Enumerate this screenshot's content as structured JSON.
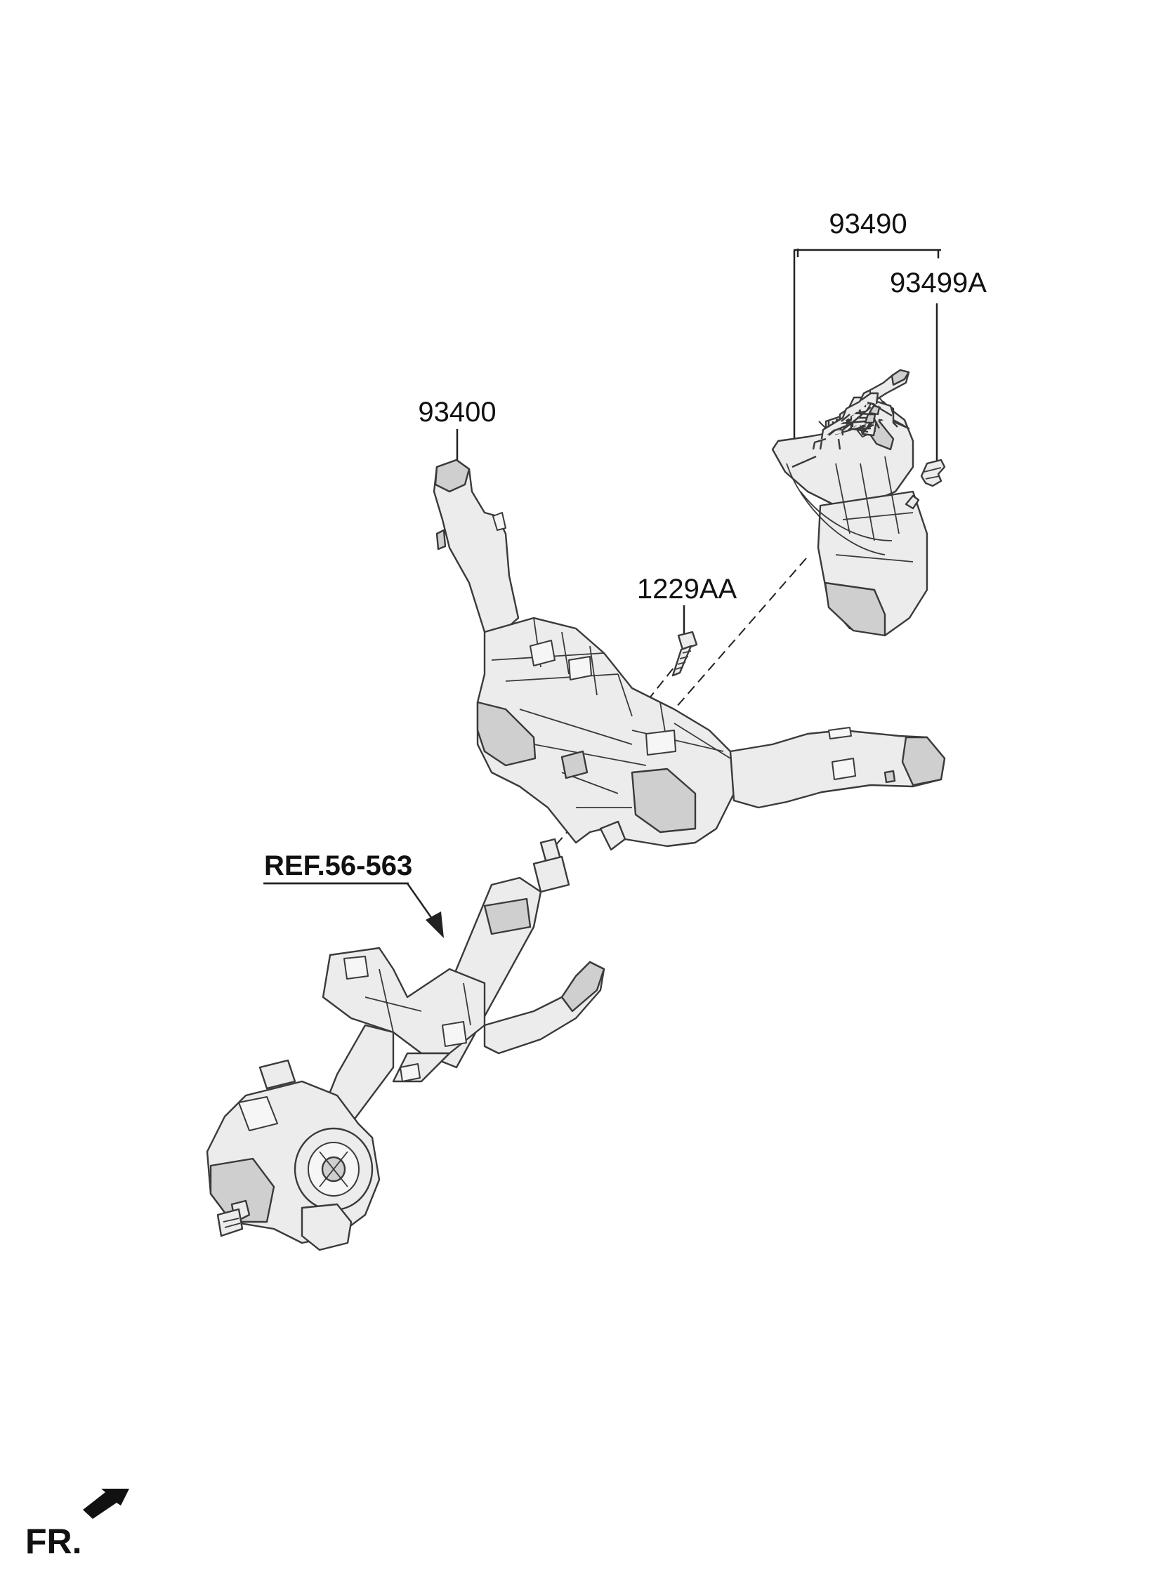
{
  "labels": {
    "clock_spring_assy": "93490",
    "clock_spring_clip": "93499A",
    "multifunction_switch": "93400",
    "screw": "1229AA",
    "steering_column_ref": "REF.56-563",
    "front_indicator": "FR."
  },
  "icons": {
    "front_arrow": "arrow-icon"
  }
}
